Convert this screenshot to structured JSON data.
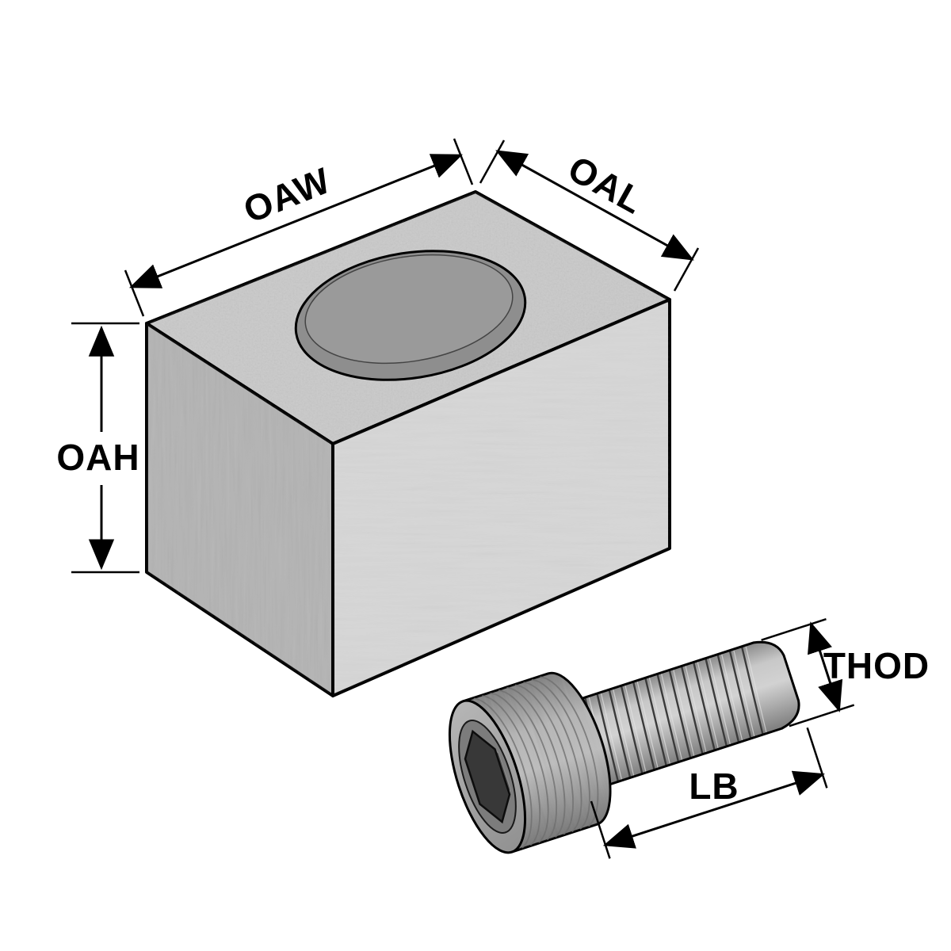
{
  "diagram": {
    "dimension_labels": {
      "overall_width": "OAW",
      "overall_length": "OAL",
      "overall_height": "OAH",
      "thread_outer_diameter": "THOD",
      "body_length": "LB"
    },
    "colors": {
      "background": "#ffffff",
      "outline": "#000000",
      "block_top_face": "#c9c9c9",
      "block_left_face": "#b3b3b3",
      "block_right_face": "#d6d6d6",
      "hole_outer": "#8e8e8e",
      "hole_inner": "#9a9a9a",
      "screw_front_face": "#a8a8a8",
      "socket_recess": "#7c7c7c",
      "hex_socket": "#383838",
      "hex_socket_depth": "#4f4f4f"
    }
  }
}
